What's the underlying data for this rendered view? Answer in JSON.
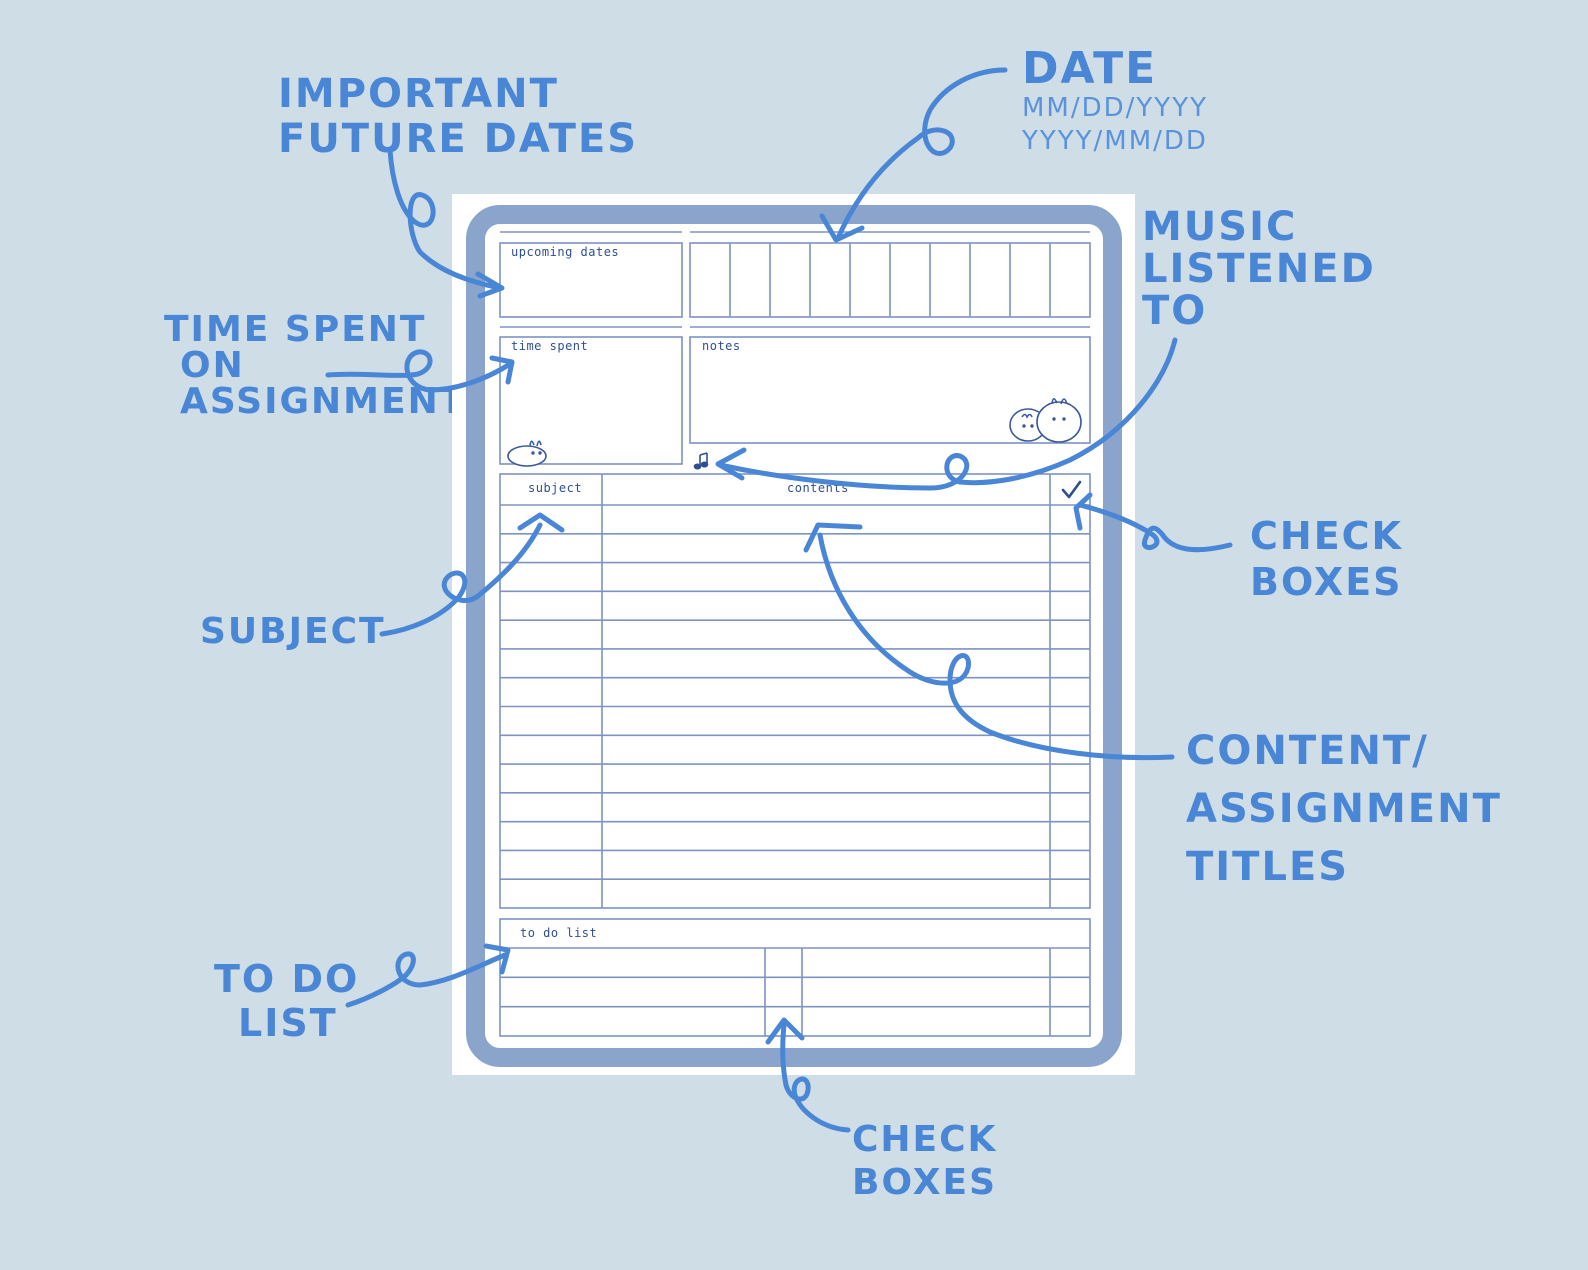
{
  "annotations": {
    "important_future_dates": [
      "IMPORTANT",
      "FUTURE DATES"
    ],
    "date_title": "DATE",
    "date_formats": [
      "MM/DD/YYYY",
      "YYYY/MM/DD"
    ],
    "music_listened_to": [
      "MUSIC",
      "LISTENED",
      "TO"
    ],
    "time_spent_on_assignments": [
      "TIME SPENT",
      "ON",
      "ASSIGNMENTS"
    ],
    "check_boxes_right": [
      "CHECK",
      "BOXES"
    ],
    "subject": "SUBJECT",
    "content_assignment_titles": [
      "CONTENT/",
      "ASSIGNMENT",
      "TITLES"
    ],
    "to_do_list": [
      "TO DO",
      "LIST"
    ],
    "check_boxes_bottom": [
      "CHECK",
      "BOXES"
    ]
  },
  "planner": {
    "upcoming_dates_label": "upcoming dates",
    "time_spent_label": "time spent",
    "notes_label": "notes",
    "subject_header": "subject",
    "contents_header": "contents",
    "check_header": "✓",
    "todo_label": "to do list",
    "music_icon": "music-note-icon",
    "date_cells": 10,
    "assignment_rows": 14,
    "todo_rows": 3
  },
  "colors": {
    "background": "#cedde6",
    "annotation": "#4a86d6",
    "frame": "#8aa4cb",
    "grid": "#7d93c4",
    "label": "#2f4f92"
  }
}
